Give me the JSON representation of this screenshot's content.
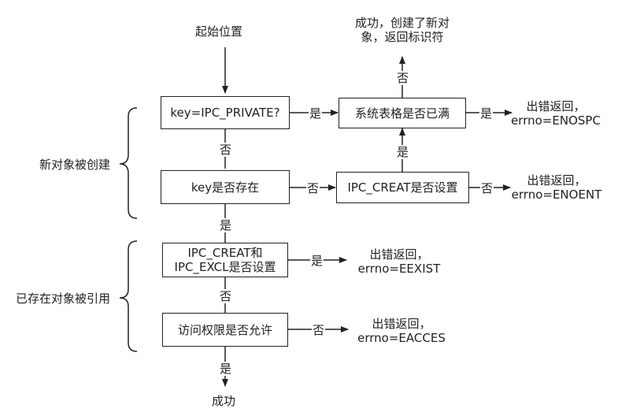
{
  "start": "起始位置",
  "end": "成功",
  "braces": {
    "create": "新对象被创建",
    "reference": "已存在对象被引用"
  },
  "boxes": {
    "key_private": "key=IPC_PRIVATE?",
    "table_full": "系统表格是否已满",
    "key_exists": "key是否存在",
    "ipc_creat": "IPC_CREAT是否设置",
    "creat_excl_1": "IPC_CREAT和",
    "creat_excl_2": "IPC_EXCL是否设置",
    "access": "访问权限是否允许"
  },
  "results": {
    "created_1": "成功，创建了新对",
    "created_2": "象，返回标识符",
    "enospc_1": "出错返回，",
    "enospc_2": "errno=ENOSPC",
    "enoent_1": "出错返回，",
    "enoent_2": "errno=ENOENT",
    "eexist_1": "出错返回，",
    "eexist_2": "errno=EEXIST",
    "eacces_1": "出错返回，",
    "eacces_2": "errno=EACCES"
  },
  "edge_labels": {
    "yes": "是",
    "no": "否"
  }
}
